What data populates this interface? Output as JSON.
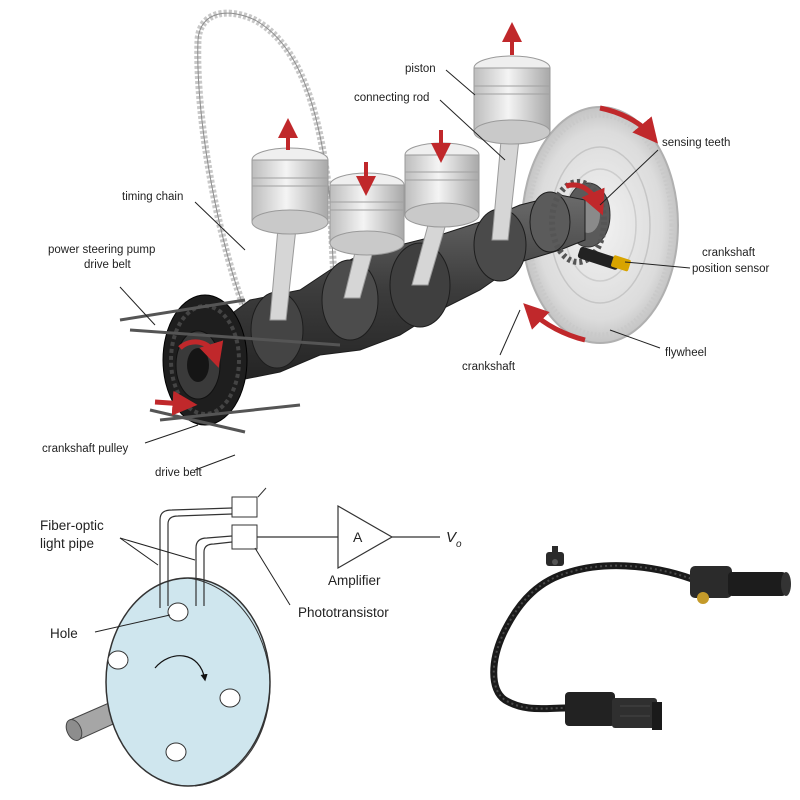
{
  "engine": {
    "labels": {
      "piston": "piston",
      "connecting_rod": "connecting rod",
      "sensing_teeth": "sensing teeth",
      "timing_chain": "timing chain",
      "power_steering_line1": "power steering pump",
      "power_steering_line2": "drive belt",
      "crankshaft_sensor_line1": "crankshaft",
      "crankshaft_sensor_line2": "position sensor",
      "crankshaft": "crankshaft",
      "flywheel": "flywheel",
      "crankshaft_pulley": "crankshaft pulley",
      "drive_belt": "drive belt"
    }
  },
  "optical_sensor": {
    "labels": {
      "fiber_line1": "Fiber-optic",
      "fiber_line2": "light pipe",
      "hole": "Hole",
      "amplifier": "Amplifier",
      "amp_symbol": "A",
      "output": "V",
      "output_sub": "o",
      "phototransistor": "Phototransistor"
    }
  },
  "colors": {
    "arrow_red": "#c0282b",
    "disk_blue": "#cfe6ee",
    "metal_dark": "#3a3a3a",
    "metal_light": "#d8d8d8"
  }
}
